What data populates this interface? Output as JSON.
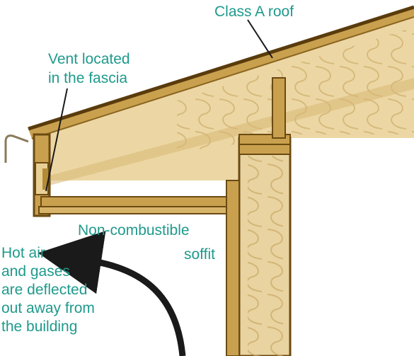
{
  "labels": {
    "roof": "Class A roof",
    "vent_line1": "Vent located",
    "vent_line2": "in the fascia",
    "soffit_line1": "Non-combustible",
    "soffit_line2": "soffit",
    "hot_air_lines": [
      "Hot air",
      "and gases",
      "are deflected",
      "out away from",
      "the building"
    ]
  },
  "colors": {
    "label_text": "#1f9a8c",
    "wood": "#c9a14e",
    "wood_dark": "#6b4a12",
    "roof_edge": "#5a3b0c",
    "attic_fill": "#ecd7a4",
    "insulation": "#e9d3a0",
    "arrow": "#1a1a1a"
  }
}
